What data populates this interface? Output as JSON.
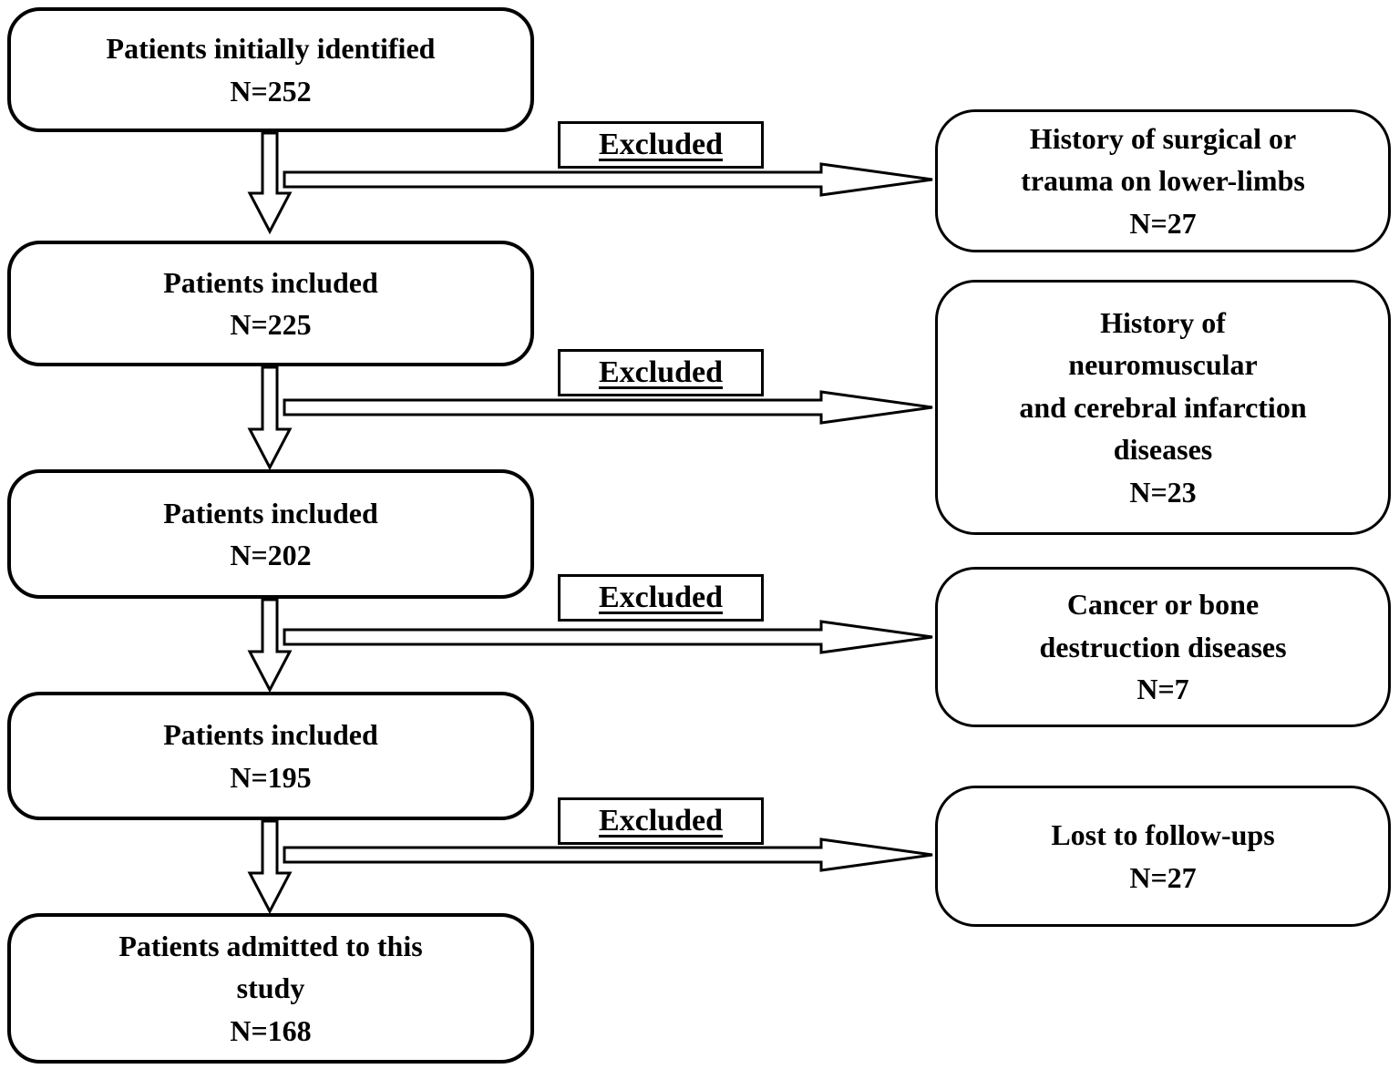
{
  "figure": {
    "background": "#ffffff",
    "ink": "#000000",
    "left_boxes": [
      {
        "lines": [
          "Patients initially identified",
          "N=252"
        ]
      },
      {
        "lines": [
          "Patients included",
          "N=225"
        ]
      },
      {
        "lines": [
          "Patients included",
          "N=202"
        ]
      },
      {
        "lines": [
          "Patients included",
          "N=195"
        ]
      },
      {
        "lines": [
          "Patients admitted to this",
          "study",
          "N=168"
        ]
      }
    ],
    "right_boxes": [
      {
        "lines": [
          "History of surgical or",
          "trauma on lower-limbs",
          "N=27"
        ]
      },
      {
        "lines": [
          "History of",
          "neuromuscular",
          "and cerebral infarction",
          "diseases",
          "N=23"
        ]
      },
      {
        "lines": [
          "Cancer or bone",
          "destruction diseases",
          "N=7"
        ]
      },
      {
        "lines": [
          "Lost to follow-ups",
          "N=27"
        ]
      }
    ],
    "excluded_labels": [
      {
        "label": "Excluded"
      },
      {
        "label": "Excluded"
      },
      {
        "label": "Excluded"
      },
      {
        "label": "Excluded"
      }
    ]
  }
}
